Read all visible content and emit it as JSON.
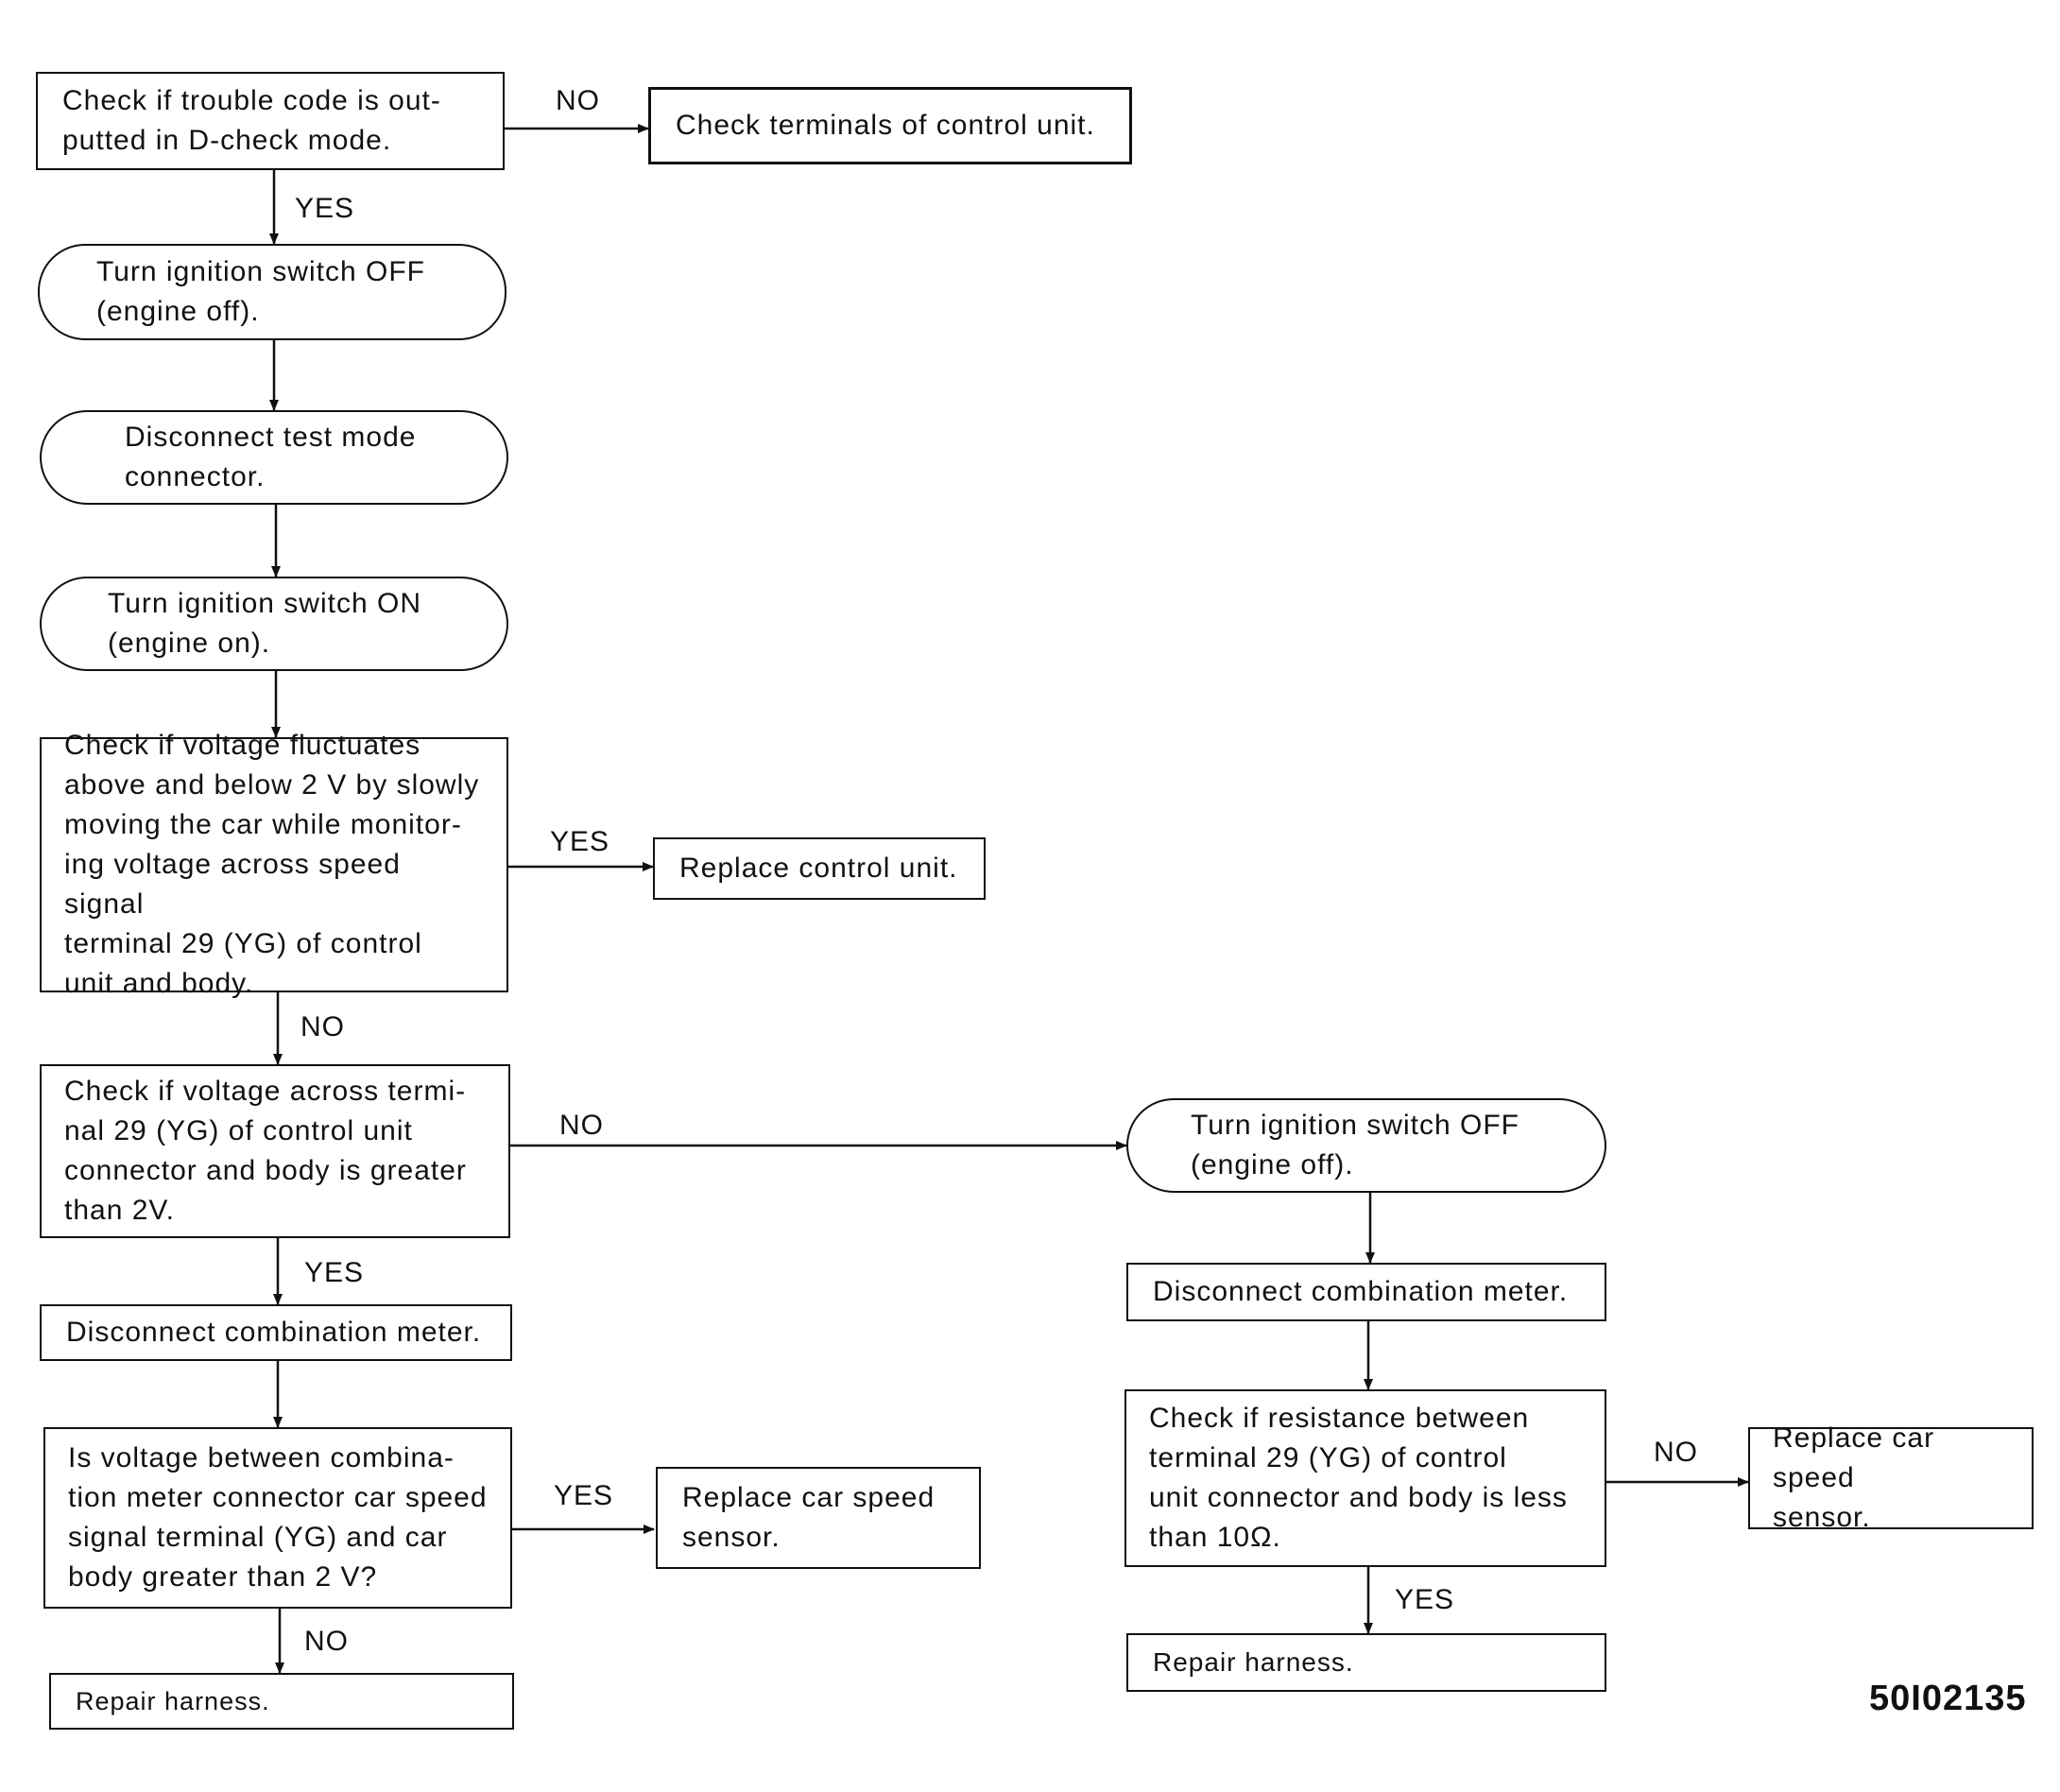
{
  "nodes": {
    "n1": "Check if trouble code is out-\nputted in D-check mode.",
    "n2": "Check terminals of control unit.",
    "n3": "Turn ignition switch OFF\n(engine off).",
    "n4": "Disconnect test mode\nconnector.",
    "n5": "Turn ignition switch ON\n(engine on).",
    "n6": "Check if voltage fluctuates\nabove and below 2 V by slowly\nmoving the car while monitor-\ning voltage across speed signal\nterminal 29 (YG) of control\nunit and body.",
    "n7": "Replace control unit.",
    "n8": "Check if voltage across termi-\nnal 29 (YG) of control unit\nconnector and body is greater\nthan 2V.",
    "n9": "Disconnect combination meter.",
    "n10": "Is voltage between combina-\ntion meter connector car speed\nsignal terminal (YG) and car\nbody greater than 2 V?",
    "n11": "Replace car speed\nsensor.",
    "n12": "Repair harness.",
    "n13": "Turn ignition switch OFF\n(engine off).",
    "n14": "Disconnect combination meter.",
    "n15": "Check if resistance between\nterminal 29 (YG) of control\nunit connector and body is less\nthan 10Ω.",
    "n16": "Replace car speed\nsensor.",
    "n17": "Repair harness."
  },
  "labels": {
    "l1": "NO",
    "l2": "YES",
    "l3": "YES",
    "l4": "NO",
    "l5": "NO",
    "l6": "YES",
    "l7": "YES",
    "l8": "NO",
    "l9": "NO",
    "l10": "YES"
  },
  "figure_id": "50I02135"
}
